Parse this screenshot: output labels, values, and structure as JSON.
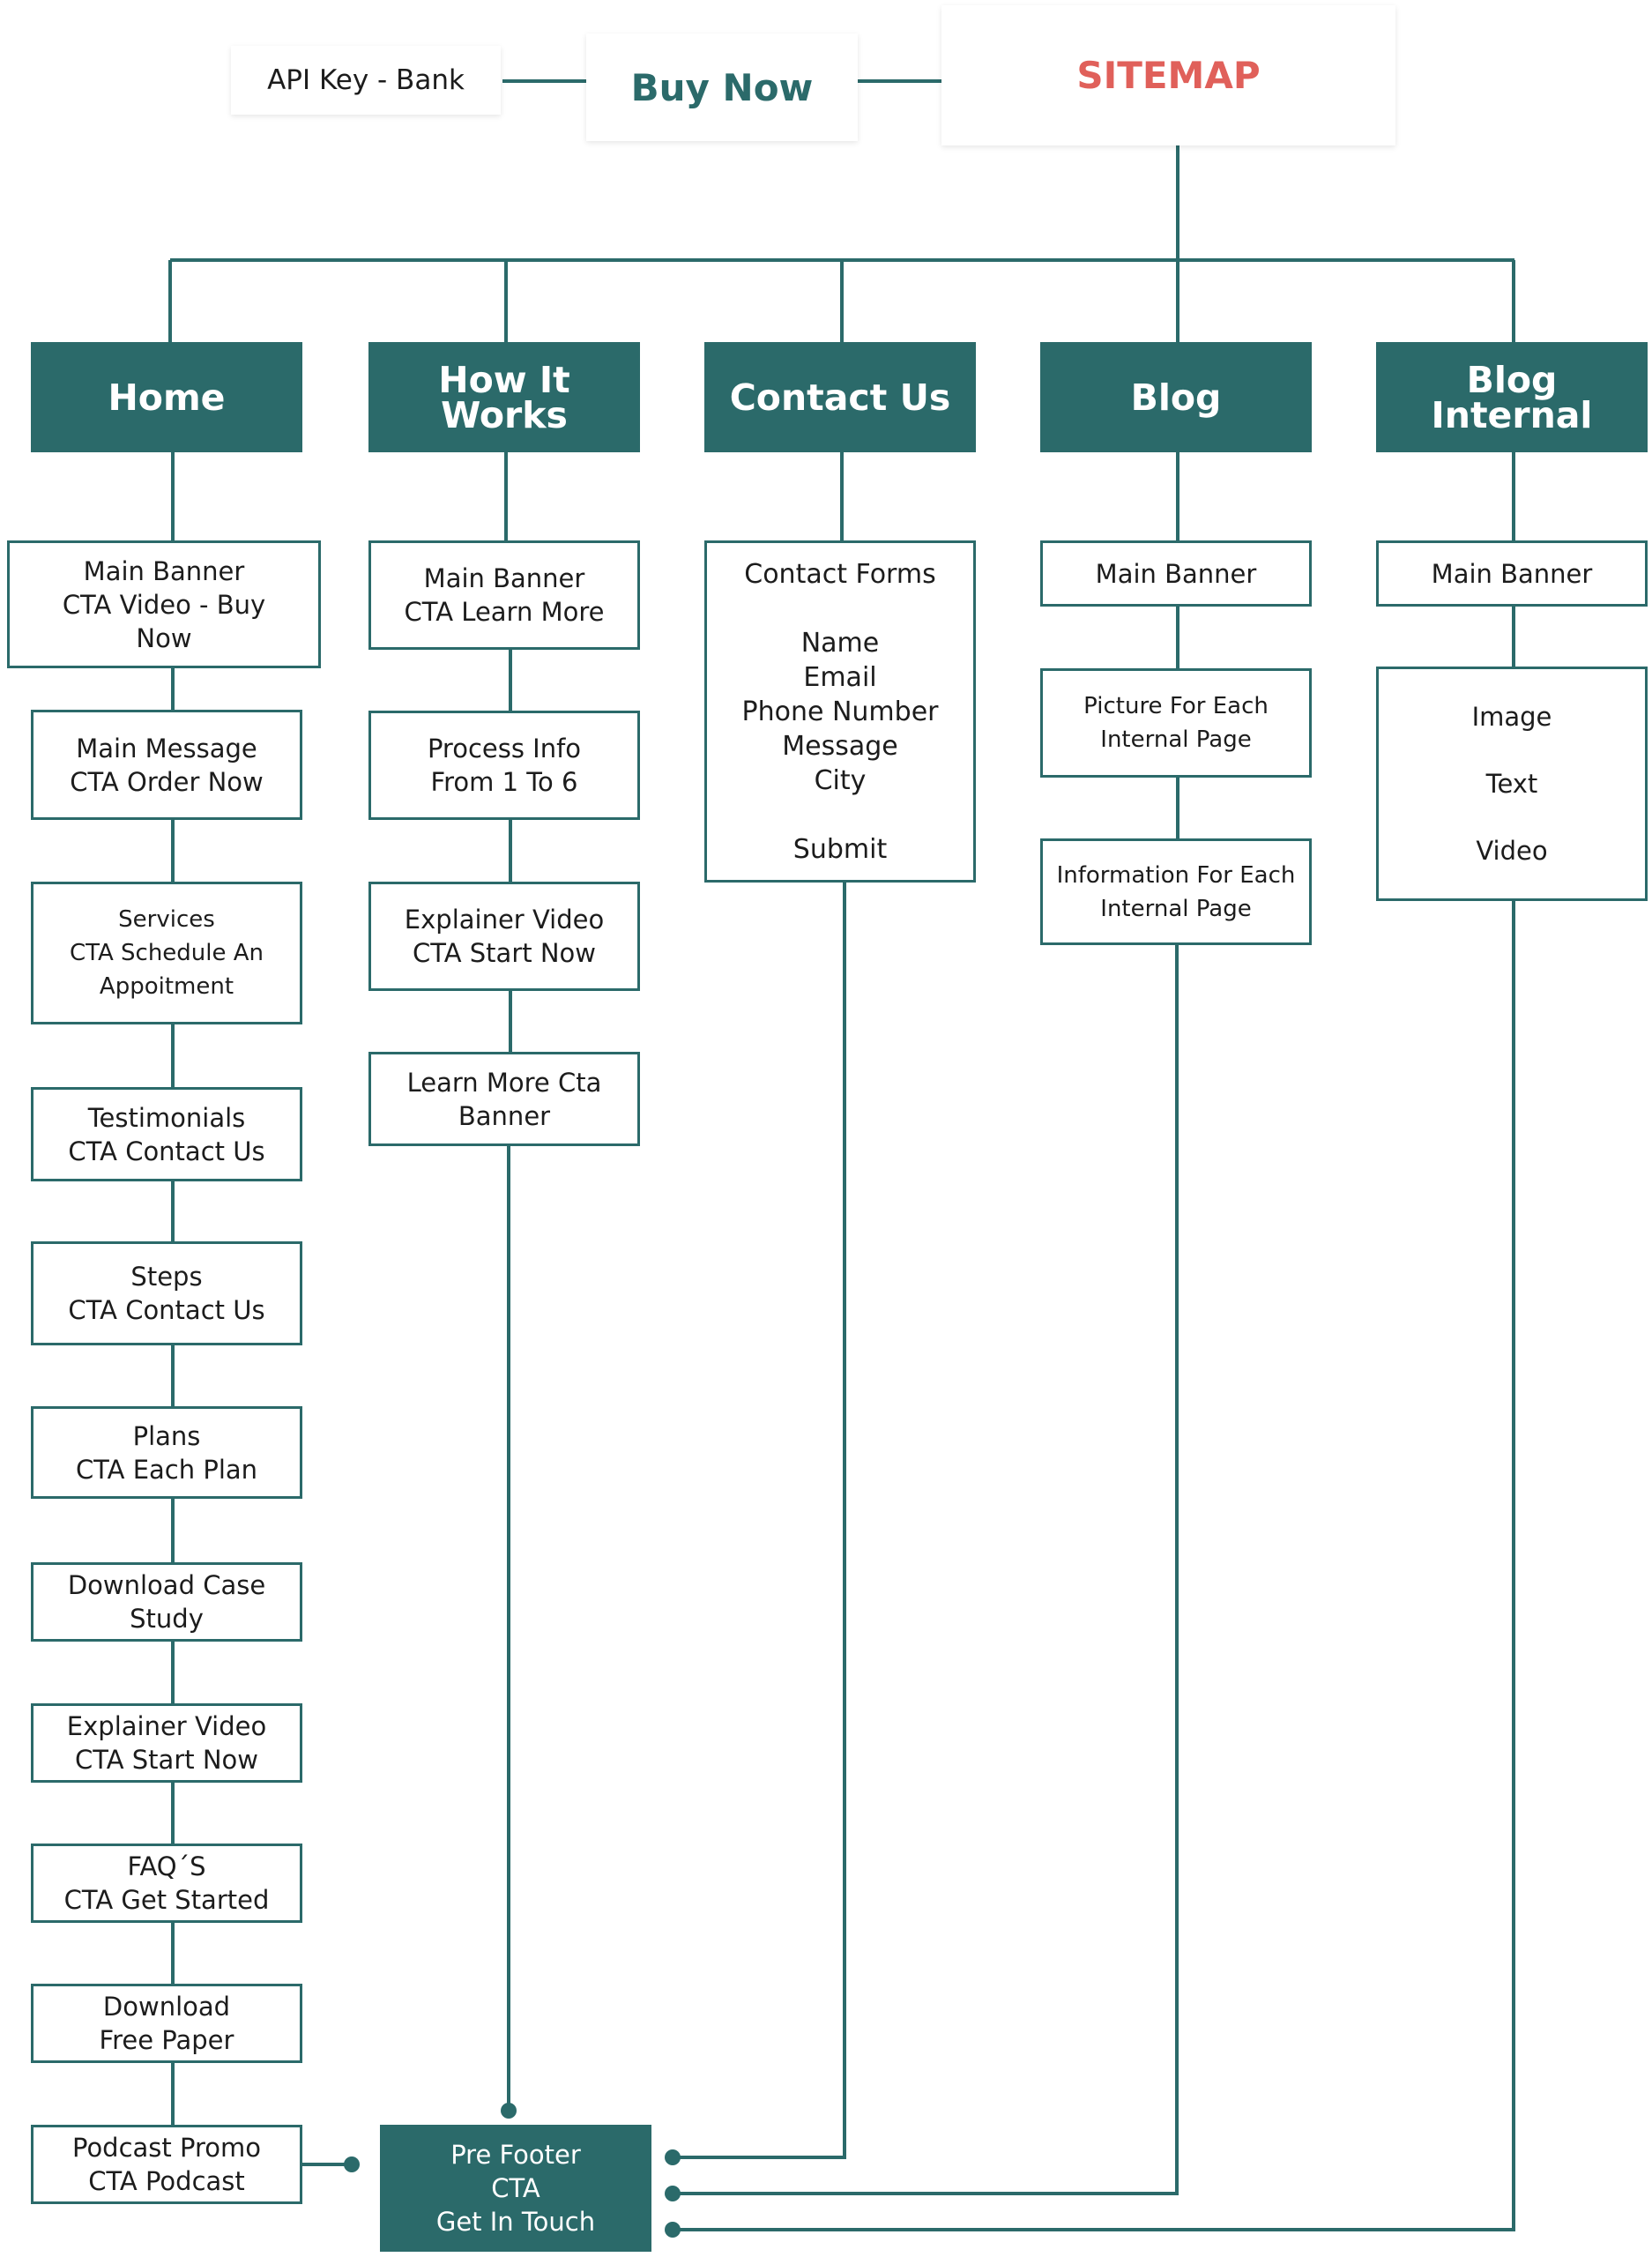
{
  "header": {
    "api_key": "API Key - Bank",
    "buy_now": "Buy Now",
    "sitemap": "SITEMAP"
  },
  "colors": {
    "accent": "#2b6a6a",
    "sitemap": "#e0605a",
    "text": "#1c1c1c"
  },
  "columns": {
    "home": {
      "title": "Home",
      "items": [
        "Main Banner\nCTA Video - Buy\nNow",
        "Main Message\nCTA Order Now",
        "Services\nCTA Schedule An\nAppoitment",
        "Testimonials\nCTA Contact Us",
        "Steps\nCTA Contact Us",
        "Plans\nCTA Each Plan",
        "Download Case\nStudy",
        "Explainer Video\nCTA Start Now",
        "FAQ´S\nCTA Get Started",
        "Download\nFree Paper",
        "Podcast Promo\nCTA Podcast"
      ]
    },
    "how_it_works": {
      "title": "How It\nWorks",
      "items": [
        "Main Banner\nCTA Learn More",
        "Process Info\nFrom 1 To 6",
        "Explainer Video\nCTA Start Now",
        "Learn More Cta\nBanner"
      ]
    },
    "contact_us": {
      "title": "Contact Us",
      "items": [
        "Contact Forms\n\nName\nEmail\nPhone Number\nMessage\nCity\n\nSubmit"
      ]
    },
    "blog": {
      "title": "Blog",
      "items": [
        "Main Banner",
        "Picture For Each\nInternal Page",
        "Information For Each\nInternal Page"
      ]
    },
    "blog_internal": {
      "title": "Blog\nInternal",
      "items": [
        "Main Banner",
        "Image\n\nText\n\nVideo"
      ]
    }
  },
  "pre_footer": "Pre Footer\nCTA\nGet In Touch"
}
